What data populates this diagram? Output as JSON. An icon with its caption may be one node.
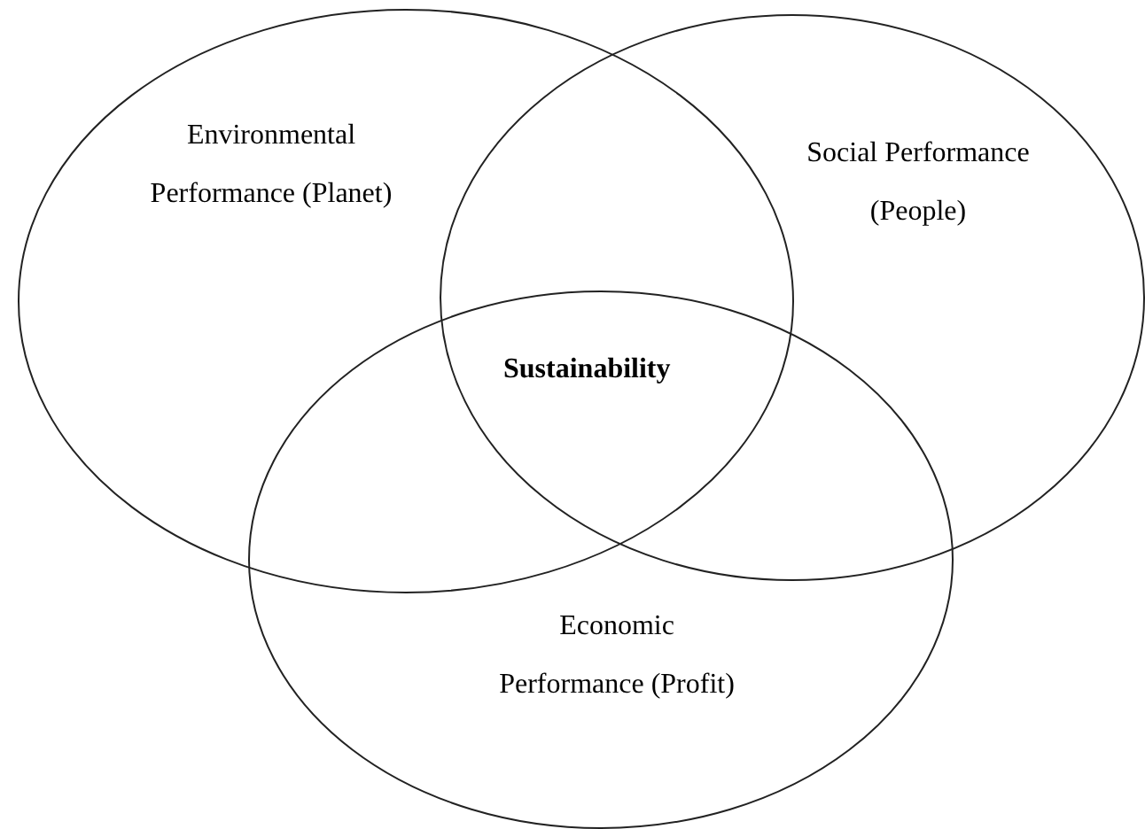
{
  "diagram": {
    "nodes": [
      {
        "text": [
          "Environmental Performance (Planet)"
        ]
      },
      {
        "text": [
          "Social Performance (People)"
        ]
      },
      {
        "text": [
          "Economic Performance (Profit)"
        ]
      }
    ],
    "edges": [],
    "labels": [
      "Sustainability"
    ]
  }
}
